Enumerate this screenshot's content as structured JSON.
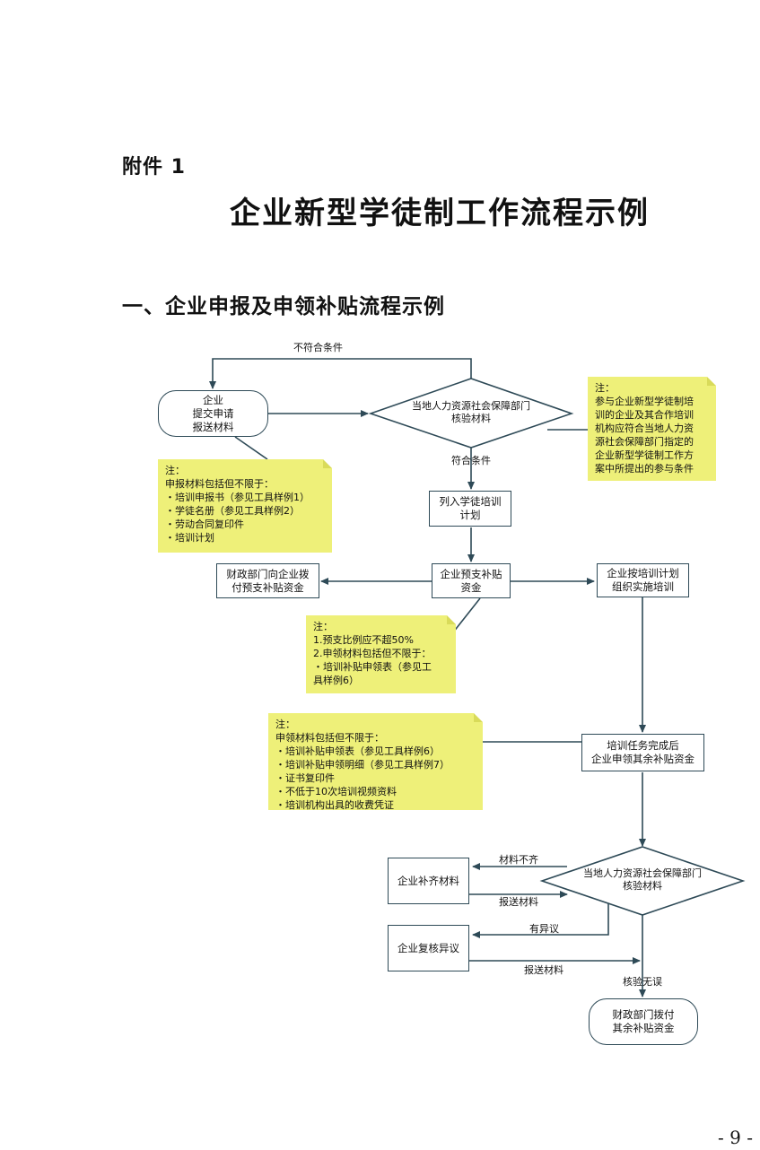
{
  "header": {
    "attachment": "附件 1",
    "title": "企业新型学徒制工作流程示例",
    "section": "一、企业申报及申领补贴流程示例"
  },
  "nodes": {
    "submit": "企业\n提交申请\n报送材料",
    "verify1": "当地人力资源社会保障部门\n核验材料",
    "list_plan": "列入学徒培训\n计划",
    "prepay": "企业预支补贴\n资金",
    "finance_prepay": "财政部门向企业拨\n付预支补贴资金",
    "org_training": "企业按培训计划\n组织实施培训",
    "apply_rest": "培训任务完成后\n企业申领其余补贴资金",
    "verify2": "当地人力资源社会保障部门\n核验材料",
    "supplement": "企业补齐材料",
    "review": "企业复核异议",
    "finance_rest": "财政部门拨付\n其余补贴资金"
  },
  "edges": {
    "not_qualified": "不符合条件",
    "qualified": "符合条件",
    "incomplete": "材料不齐",
    "submit_material_1": "报送材料",
    "objection": "有异议",
    "submit_material_2": "报送材料",
    "verified": "核验无误"
  },
  "notes": {
    "note_right": {
      "head": "注：",
      "lines": [
        "参与企业新型学徒制培\n训的企业及其合作培训\n机构应符合当地人力资\n源社会保障部门指定的\n企业新型学徒制工作方\n案中所提出的参与条件"
      ]
    },
    "note_apply": {
      "head": "注：",
      "lines": [
        "申报材料包括但不限于：",
        "・培训申报书（参见工具样例1）",
        "・学徒名册（参见工具样例2）",
        "・劳动合同复印件",
        "・培训计划"
      ]
    },
    "note_prepay": {
      "head": "注：",
      "lines": [
        "1.预支比例应不超50%",
        "2.申领材料包括但不限于：",
        "・培训补贴申领表（参见工\n具样例6）"
      ]
    },
    "note_claim": {
      "head": "注：",
      "lines": [
        "申领材料包括但不限于：",
        "・培训补贴申领表（参见工具样例6）",
        "・培训补贴申领明细（参见工具样例7）",
        "・证书复印件",
        "・不低于10次培训视频资料",
        "・培训机构出具的收费凭证"
      ]
    }
  },
  "page_number": "- 9 -",
  "colors": {
    "note_bg": "#eef079",
    "line": "#2e4a57"
  }
}
